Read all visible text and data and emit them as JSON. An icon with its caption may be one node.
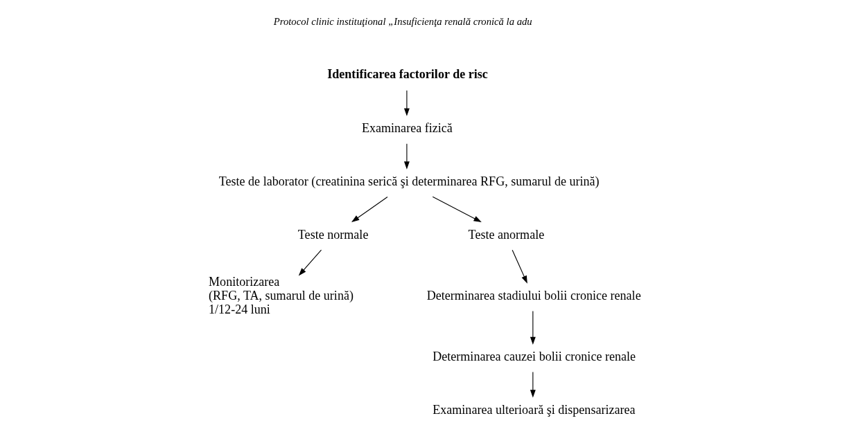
{
  "diagram": {
    "nodes": [
      {
        "text": [
          "Identificarea factorilor de risc"
        ]
      },
      {
        "text": [
          "Examinarea fizică"
        ]
      },
      {
        "text": [
          "Teste de laborator (creatinina serică şi determinarea RFG, sumarul de urină)"
        ]
      },
      {
        "text": [
          "Teste normale"
        ]
      },
      {
        "text": [
          "Teste anormale"
        ]
      },
      {
        "text": [
          "Monitorizarea",
          "(RFG, TA, sumarul de urină)",
          "1/12-24 luni"
        ]
      },
      {
        "text": [
          "Determinarea stadiului bolii cronice renale"
        ]
      },
      {
        "text": [
          "Determinarea cauzei bolii cronice renale"
        ]
      },
      {
        "text": [
          "Examinarea ulterioară şi dispensarizarea"
        ]
      }
    ],
    "edges": [
      {
        "from": 0,
        "to": 1,
        "arrow": "to"
      },
      {
        "from": 1,
        "to": 2,
        "arrow": "to"
      },
      {
        "from": 2,
        "to": 3,
        "arrow": "to"
      },
      {
        "from": 2,
        "to": 4,
        "arrow": "to"
      },
      {
        "from": 3,
        "to": 5,
        "arrow": "to"
      },
      {
        "from": 4,
        "to": 6,
        "arrow": "to"
      },
      {
        "from": 6,
        "to": 7,
        "arrow": "to"
      },
      {
        "from": 7,
        "to": 8,
        "arrow": "to"
      }
    ],
    "labels": [
      "Protocol clinic instituţional „Insuficienţa renală cronică la adu"
    ]
  }
}
